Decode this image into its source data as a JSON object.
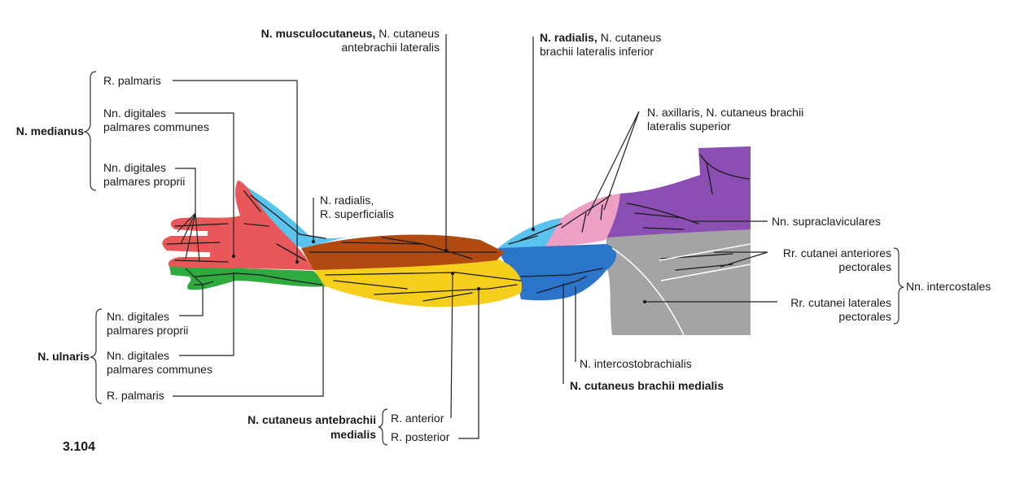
{
  "figure_number": "3.104",
  "colors": {
    "medianus": "#e8585a",
    "ulnaris": "#2eaa3e",
    "radialis_superficialis": "#58c3ec",
    "musculocutaneus": "#b14a10",
    "antebrachii_medialis": "#f6cf1c",
    "brachii_medialis": "#2a74c9",
    "axillaris": "#ee9fc4",
    "supraclaviculares": "#8b4fb3",
    "intercostales": "#a4a4a4"
  },
  "labels": {
    "medianus": {
      "group": "N. medianus",
      "r_palmaris": "R. palmaris",
      "communes_1": "Nn. digitales",
      "communes_2": "palmares communes",
      "proprii_1": "Nn. digitales",
      "proprii_2": "palmares proprii"
    },
    "ulnaris": {
      "group": "N. ulnaris",
      "proprii_1": "Nn. digitales",
      "proprii_2": "palmares proprii",
      "communes_1": "Nn. digitales",
      "communes_2": "palmares communes",
      "r_palmaris": "R. palmaris"
    },
    "musculocutaneus": {
      "bold": "N. musculocutaneus,",
      "line1": " N. cutaneus",
      "line2": "antebrachii lateralis"
    },
    "radialis_superficialis": {
      "line1": "N. radialis,",
      "line2": "R. superficialis"
    },
    "radialis": {
      "bold": "N. radialis,",
      "line1": " N. cutaneus",
      "line2": "brachii lateralis inferior"
    },
    "axillaris": {
      "line1": "N. axillaris, N. cutaneus brachii",
      "line2": "lateralis superior"
    },
    "supraclaviculares": "Nn. supraclaviculares",
    "intercostales": {
      "group": "Nn. intercostales",
      "anteriores_1": "Rr. cutanei anteriores",
      "anteriores_2": "pectorales",
      "laterales_1": "Rr. cutanei laterales",
      "laterales_2": "pectorales"
    },
    "intercostobrachialis": "N. intercostobrachialis",
    "brachii_medialis": "N. cutaneus brachii medialis",
    "antebrachii_medialis": {
      "group_1": "N. cutaneus antebrachii",
      "group_2": "medialis",
      "anterior": "R. anterior",
      "posterior": "R. posterior"
    }
  }
}
